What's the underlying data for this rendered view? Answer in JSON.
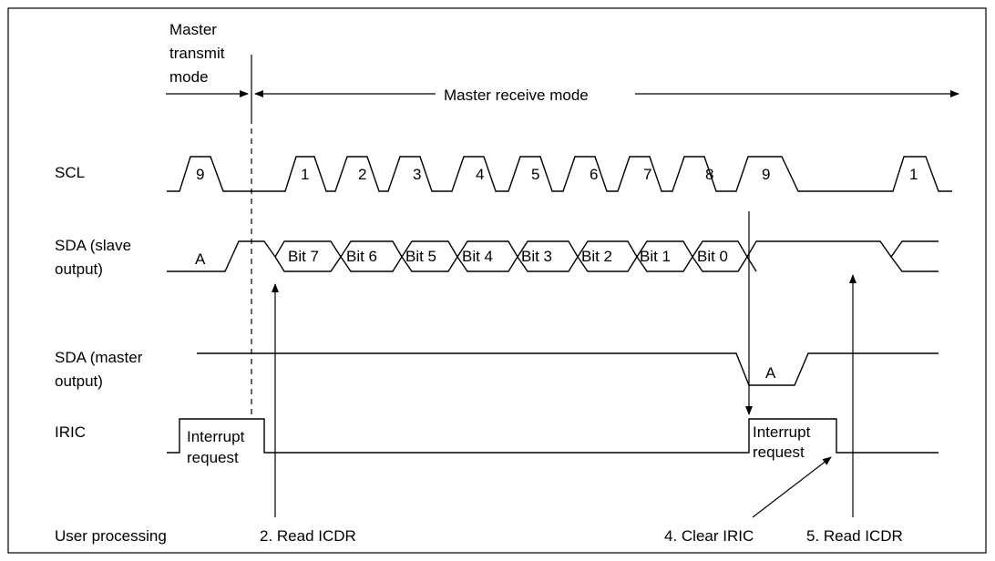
{
  "modes": {
    "transmit": [
      "Master",
      "transmit",
      "mode"
    ],
    "receive": "Master receive mode"
  },
  "signals": {
    "scl": "SCL",
    "sda_slave": [
      "SDA (slave",
      "output)"
    ],
    "sda_master": [
      "SDA (master",
      "output)"
    ],
    "iric": "IRIC"
  },
  "scl_pulses": [
    "9",
    "1",
    "2",
    "3",
    "4",
    "5",
    "6",
    "7",
    "8",
    "9",
    "1"
  ],
  "sda_slave_bits": [
    "Bit 7",
    "Bit 6",
    "Bit 5",
    "Bit 4",
    "Bit 3",
    "Bit 2",
    "Bit 1",
    "Bit 0"
  ],
  "sda_slave_ack": "A",
  "sda_master_ack": "A",
  "interrupt_label": [
    "Interrupt",
    "request"
  ],
  "user_processing": {
    "label": "User processing",
    "step2": "2.  Read ICDR",
    "step4": "4.  Clear IRIC",
    "step5": "5.  Read ICDR"
  }
}
